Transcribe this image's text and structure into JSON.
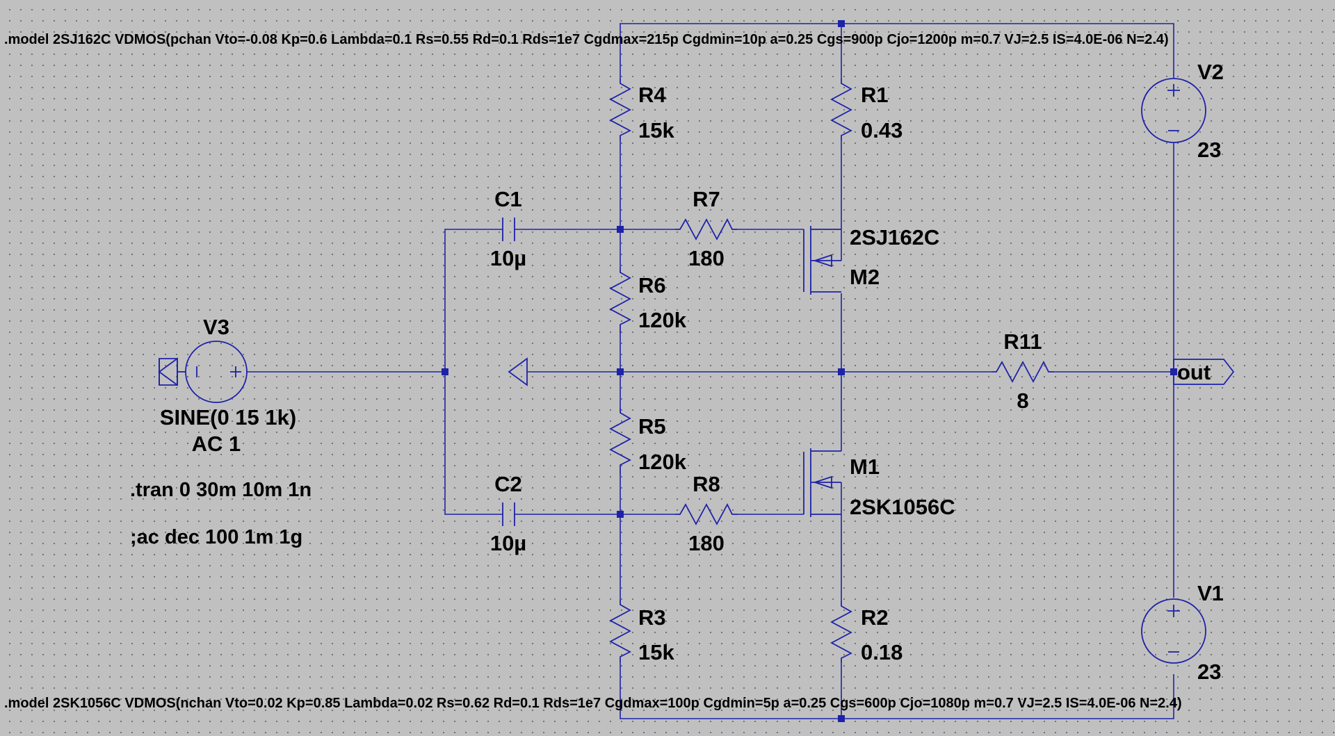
{
  "models": {
    "pchan": ".model 2SJ162C VDMOS(pchan Vto=-0.08 Kp=0.6 Lambda=0.1 Rs=0.55 Rd=0.1 Rds=1e7 Cgdmax=215p Cgdmin=10p a=0.25 Cgs=900p Cjo=1200p m=0.7 VJ=2.5 IS=4.0E-06 N=2.4)",
    "nchan": ".model 2SK1056C VDMOS(nchan Vto=0.02 Kp=0.85 Lambda=0.02 Rs=0.62 Rd=0.1 Rds=1e7 Cgdmax=100p Cgdmin=5p a=0.25 Cgs=600p Cjo=1080p m=0.7 VJ=2.5 IS=4.0E-06 N=2.4)"
  },
  "components": {
    "R4": {
      "name": "R4",
      "value": "15k"
    },
    "R1": {
      "name": "R1",
      "value": "0.43"
    },
    "R7": {
      "name": "R7",
      "value": "180"
    },
    "R6": {
      "name": "R6",
      "value": "120k"
    },
    "R5": {
      "name": "R5",
      "value": "120k"
    },
    "R8": {
      "name": "R8",
      "value": "180"
    },
    "R3": {
      "name": "R3",
      "value": "15k"
    },
    "R2": {
      "name": "R2",
      "value": "0.18"
    },
    "R11": {
      "name": "R11",
      "value": "8"
    },
    "C1": {
      "name": "C1",
      "value": "10µ"
    },
    "C2": {
      "name": "C2",
      "value": "10µ"
    },
    "M2": {
      "name": "M2",
      "model": "2SJ162C"
    },
    "M1": {
      "name": "M1",
      "model": "2SK1056C"
    },
    "V1": {
      "name": "V1",
      "value": "23"
    },
    "V2": {
      "name": "V2",
      "value": "23"
    },
    "V3": {
      "name": "V3",
      "value": "SINE(0 15 1k)",
      "ac": "AC 1"
    }
  },
  "directives": {
    "tran": ".tran 0 30m 10m 1n",
    "ac": ";ac dec 100 1m 1g"
  },
  "net_labels": {
    "out": "out"
  },
  "colors": {
    "wire": "#1e22a8",
    "background": "#c0c0c0",
    "grid_dot": "#6a6a6a"
  }
}
